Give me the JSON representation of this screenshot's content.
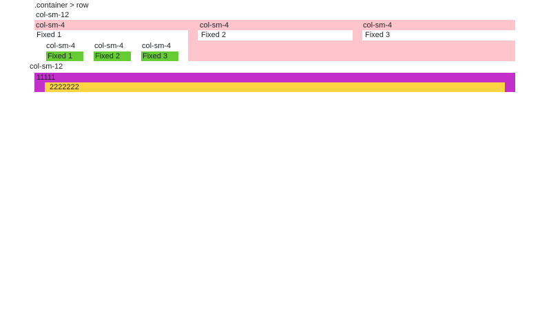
{
  "page": {
    "background": "#ffffff",
    "text_color": "#212529"
  },
  "captions": {
    "container_row": ".container > row",
    "col12_top": "col-sm-12",
    "col12_bottom": "col-sm-12"
  },
  "pink_row": {
    "bg_color": "#ffc4cc",
    "box_bg_color": "#ffffff",
    "columns": [
      {
        "label": "col-sm-4",
        "box_text": "Fixed 1"
      },
      {
        "label": "col-sm-4",
        "box_text": "Fixed 2"
      },
      {
        "label": "col-sm-4",
        "box_text": "Fixed 3"
      }
    ],
    "nested_row": {
      "box_bg_color": "#66cc33",
      "columns": [
        {
          "label": "col-sm-4",
          "box_text": "Fixed 1"
        },
        {
          "label": "col-sm-4",
          "box_text": "Fixed 2"
        },
        {
          "label": "col-sm-4",
          "box_text": "Fixed 3"
        }
      ]
    }
  },
  "stacked_section": {
    "outer_box": {
      "text": "11111",
      "bg_color": "#c32fc9"
    },
    "inner_box": {
      "text": "2222222",
      "bg_color": "#fcd441"
    }
  }
}
